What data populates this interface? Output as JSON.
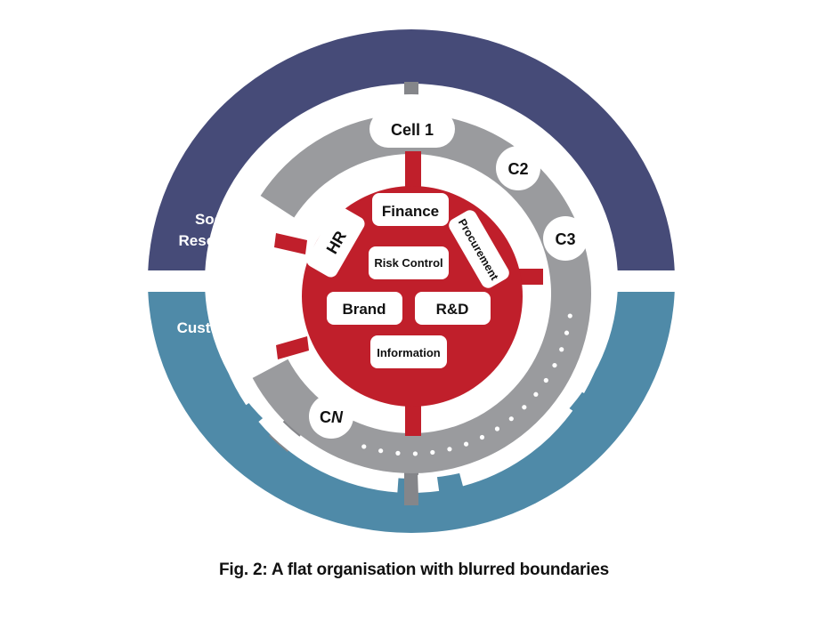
{
  "colors": {
    "outer_top": "#464b78",
    "outer_bottom": "#4f8aa8",
    "grey_ring": "#9a9b9e",
    "grey_connector": "#85868a",
    "red_core": "#c01f2b",
    "pill": "#ffffff",
    "text": "#111111",
    "outer_text": "#ffffff"
  },
  "outer_ring": {
    "top_label": [
      "Social",
      "Resources"
    ],
    "bottom_label": "Customers"
  },
  "cells": {
    "cell1": "Cell 1",
    "c2": "C2",
    "c3": "C3",
    "cn_prefix": "C",
    "cn_suffix": "N"
  },
  "core_functions": {
    "finance": "Finance",
    "hr": "HR",
    "procurement": "Procurement",
    "risk_control": "Risk Control",
    "brand": "Brand",
    "rnd": "R&D",
    "information": "Information"
  },
  "caption": "Fig. 2: A flat organisation with blurred boundaries"
}
